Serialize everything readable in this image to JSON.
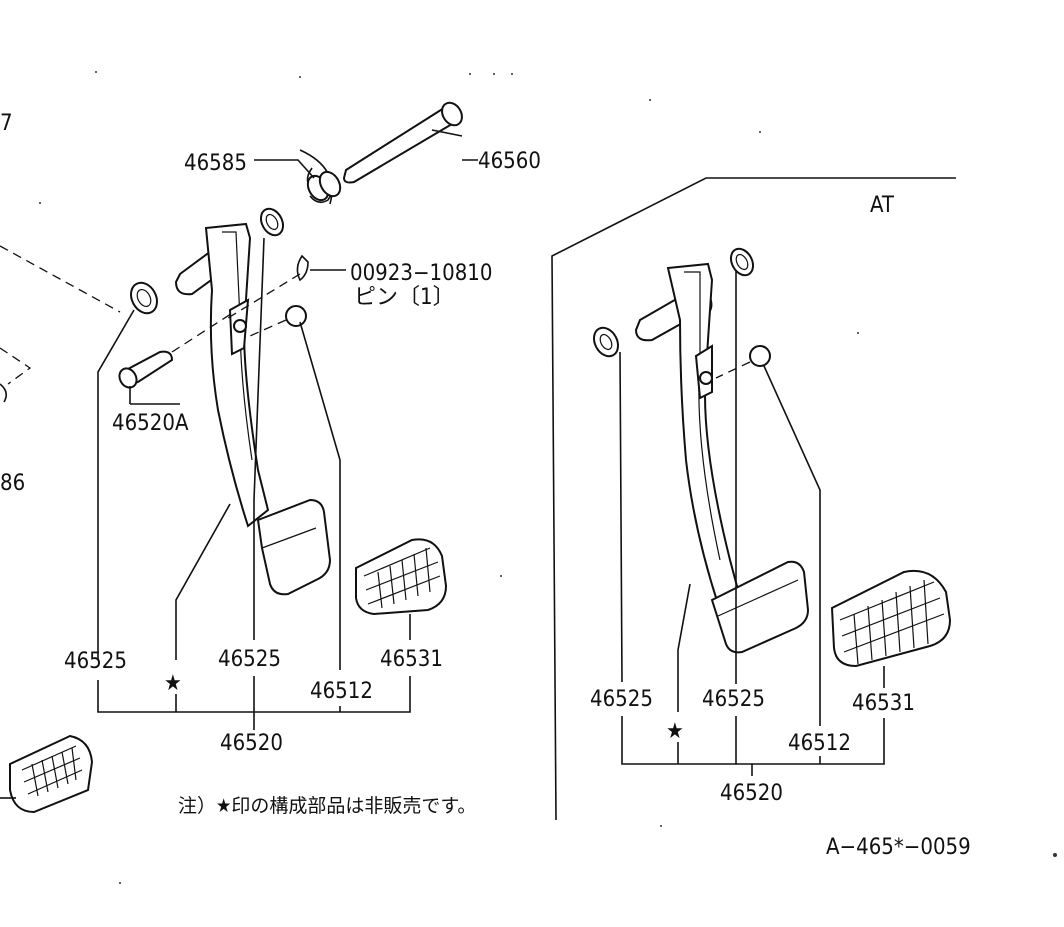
{
  "labels": {
    "p46560": "46560",
    "p46585": "46585",
    "p00923": "00923−10810",
    "pin": "ピン〔1〕",
    "p46520a": "46520A",
    "frag7": "7",
    "frag86": "86",
    "left_46525_a": "46525",
    "left_46525_b": "46525",
    "left_46531": "46531",
    "left_46512": "46512",
    "left_46520": "46520",
    "star": "★",
    "at": "AT",
    "right_46525_a": "46525",
    "right_46525_b": "46525",
    "right_46531": "46531",
    "right_46512": "46512",
    "right_46520": "46520",
    "star2": "★",
    "note": "注）★印の構成部品は非販売です。",
    "code": "A−465*−0059"
  }
}
